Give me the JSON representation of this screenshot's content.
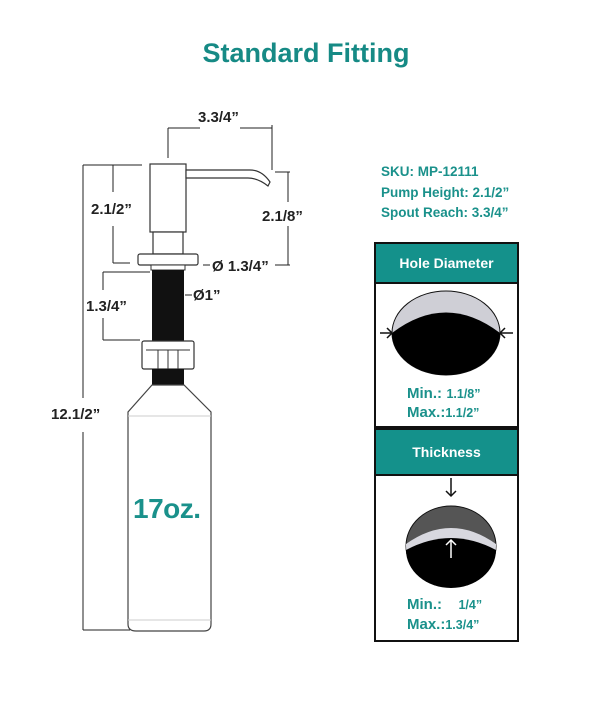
{
  "title": "Standard Fitting",
  "dimensions": {
    "spout_reach": "3.3/4”",
    "pump_height": "2.1/2”",
    "spout_height": "2.1/8”",
    "flange_diameter": "Ø 1.3/4”",
    "shank_length": "1.3/4”",
    "shank_diameter": "Ø1”",
    "total_height": "12.1/2”"
  },
  "bottle": {
    "capacity": "17oz."
  },
  "specs": {
    "sku": "SKU: MP-12111",
    "pump_height": "Pump Height: 2.1/2”",
    "spout_reach": "Spout Reach: 3.3/4”"
  },
  "hole_diameter": {
    "header": "Hole Diameter",
    "min_label": "Min.:",
    "min_value": "1.1/8”",
    "max_label": "Max.:",
    "max_value": "1.1/2”"
  },
  "thickness": {
    "header": "Thickness",
    "min_label": "Min.:",
    "min_value": "1/4”",
    "max_label": "Max.:",
    "max_value": "1.3/4”"
  },
  "colors": {
    "teal": "#14918b",
    "text_teal": "#1a918b",
    "dark": "#111111"
  }
}
